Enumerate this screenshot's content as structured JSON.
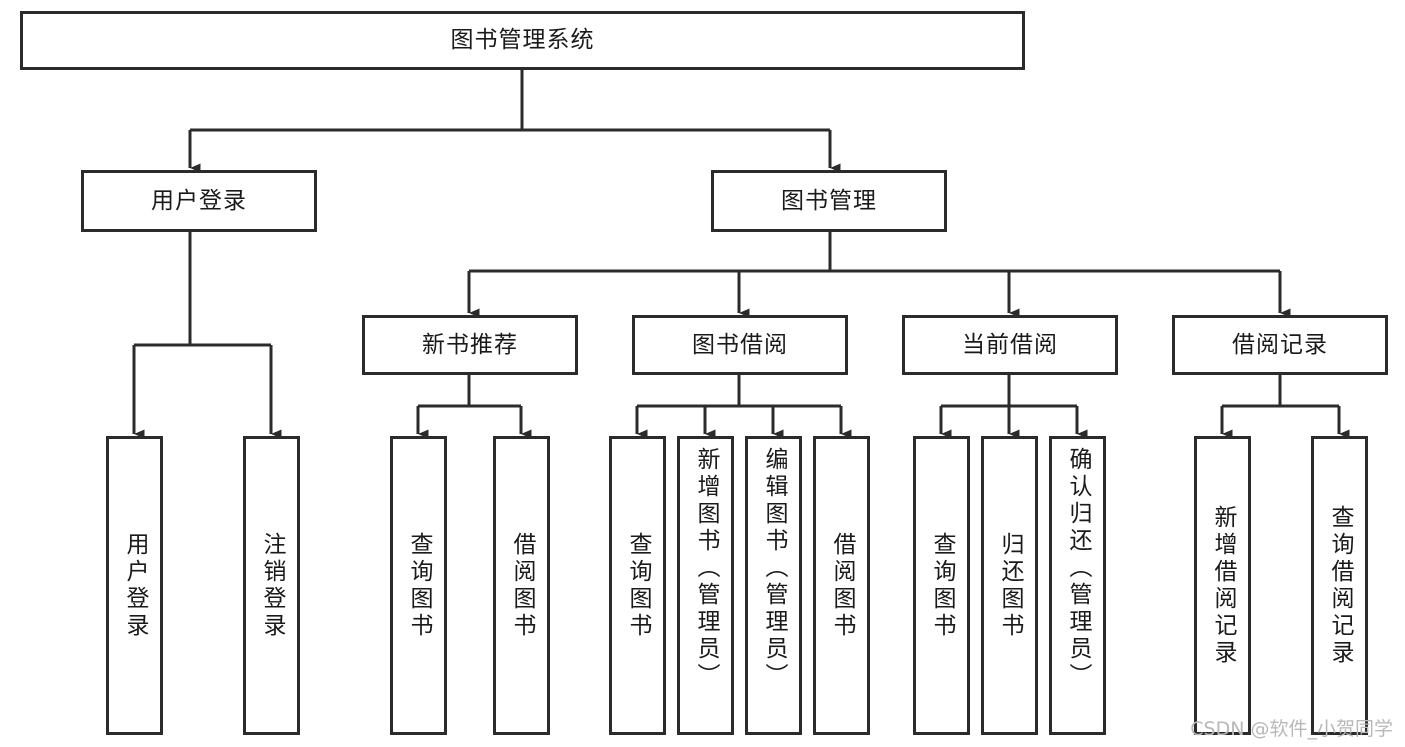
{
  "diagram": {
    "type": "tree-hierarchy",
    "title": "图书管理系统",
    "orientation": "top-down",
    "colors": {
      "box_border": "#2b2b2b",
      "box_fill": "#ffffff",
      "connector": "#2b2b2b",
      "text": "#1a1a1a",
      "watermark": "#b8b8b8",
      "background": "#ffffff"
    },
    "root": {
      "id": "root",
      "label": "图书管理系统",
      "text_orientation": "horizontal"
    },
    "level2": [
      {
        "id": "user-login",
        "label": "用户登录",
        "text_orientation": "horizontal"
      },
      {
        "id": "book-manage",
        "label": "图书管理",
        "text_orientation": "horizontal"
      }
    ],
    "level3": [
      {
        "id": "new-book-recommend",
        "label": "新书推荐",
        "parent": "book-manage",
        "text_orientation": "horizontal"
      },
      {
        "id": "book-borrow",
        "label": "图书借阅",
        "parent": "book-manage",
        "text_orientation": "horizontal"
      },
      {
        "id": "current-borrow",
        "label": "当前借阅",
        "parent": "book-manage",
        "text_orientation": "horizontal"
      },
      {
        "id": "borrow-record",
        "label": "借阅记录",
        "parent": "book-manage",
        "text_orientation": "horizontal"
      }
    ],
    "leaves": [
      {
        "id": "leaf-user-login",
        "label": "用户登录",
        "parent": "user-login",
        "text_orientation": "vertical"
      },
      {
        "id": "leaf-logout",
        "label": "注销登录",
        "parent": "user-login",
        "text_orientation": "vertical"
      },
      {
        "id": "leaf-query-book-1",
        "label": "查询图书",
        "parent": "new-book-recommend",
        "text_orientation": "vertical"
      },
      {
        "id": "leaf-borrow-book-1",
        "label": "借阅图书",
        "parent": "new-book-recommend",
        "text_orientation": "vertical"
      },
      {
        "id": "leaf-query-book-2",
        "label": "查询图书",
        "parent": "book-borrow",
        "text_orientation": "vertical"
      },
      {
        "id": "leaf-add-book",
        "label": "新增图书（管理员）",
        "parent": "book-borrow",
        "text_orientation": "vertical"
      },
      {
        "id": "leaf-edit-book",
        "label": "编辑图书（管理员）",
        "parent": "book-borrow",
        "text_orientation": "vertical"
      },
      {
        "id": "leaf-borrow-book-2",
        "label": "借阅图书",
        "parent": "book-borrow",
        "text_orientation": "vertical"
      },
      {
        "id": "leaf-query-book-3",
        "label": "查询图书",
        "parent": "current-borrow",
        "text_orientation": "vertical"
      },
      {
        "id": "leaf-return-book",
        "label": "归还图书",
        "parent": "current-borrow",
        "text_orientation": "vertical"
      },
      {
        "id": "leaf-confirm-return",
        "label": "确认归还（管理员）",
        "parent": "current-borrow",
        "text_orientation": "vertical"
      },
      {
        "id": "leaf-add-record",
        "label": "新增借阅记录",
        "parent": "borrow-record",
        "text_orientation": "vertical"
      },
      {
        "id": "leaf-query-record",
        "label": "查询借阅记录",
        "parent": "borrow-record",
        "text_orientation": "vertical"
      }
    ],
    "watermark": "CSDN @软件_小贺同学"
  }
}
